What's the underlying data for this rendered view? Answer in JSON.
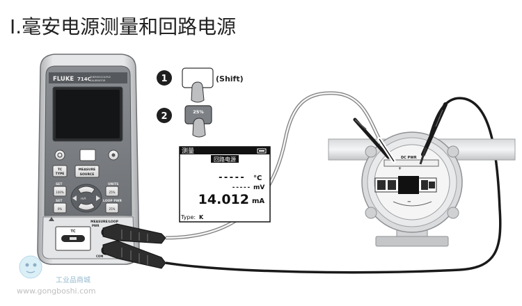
{
  "title": "I.毫安电源测量和回路电源",
  "meter": {
    "brand": "FLUKE",
    "model": "714C",
    "subtitle_line1": "THERMOCOUPLE",
    "subtitle_line2": "CALIBRATOR",
    "tc_type_line1": "TC",
    "tc_type_line2": "TYPE",
    "measure_source_line1": "MEASURE",
    "measure_source_line2": "SOURCE",
    "set_label": "SET",
    "units_label": "UNITS",
    "loop_pwr_label": "LOOP PWR",
    "pct_100": "100%",
    "pct_0": "0%",
    "pct_25": "25%",
    "ma_label": "mA",
    "tc_port_label": "TC",
    "measure_loop_label": "MEASURE/LOOP",
    "pwr_label": "PWR",
    "com_label": "COM"
  },
  "steps": [
    {
      "number": "1",
      "key_label": "",
      "action": "(Shift)"
    },
    {
      "number": "2",
      "key_label": "25%",
      "action": ""
    }
  ],
  "lcd": {
    "mode": "测量",
    "function": "回路电源",
    "temp_value": "-----",
    "temp_unit": "°C",
    "mv_value": "-----",
    "mv_unit": "mV",
    "ma_value": "14.012",
    "ma_unit": "mA",
    "type_label": "Type:",
    "type_value": "K"
  },
  "transmitter": {
    "terminal_label": "DC PWR",
    "plus": "+",
    "minus": "−"
  },
  "watermark": {
    "text": "工业品商城",
    "url": "www.gongboshi.com"
  },
  "colors": {
    "meter_body": "#cfd1d3",
    "meter_face": "#7b7e82",
    "lcd_bg": "#ffffff",
    "lead": "#2a2a2a",
    "wire": "#1a1a1a"
  }
}
